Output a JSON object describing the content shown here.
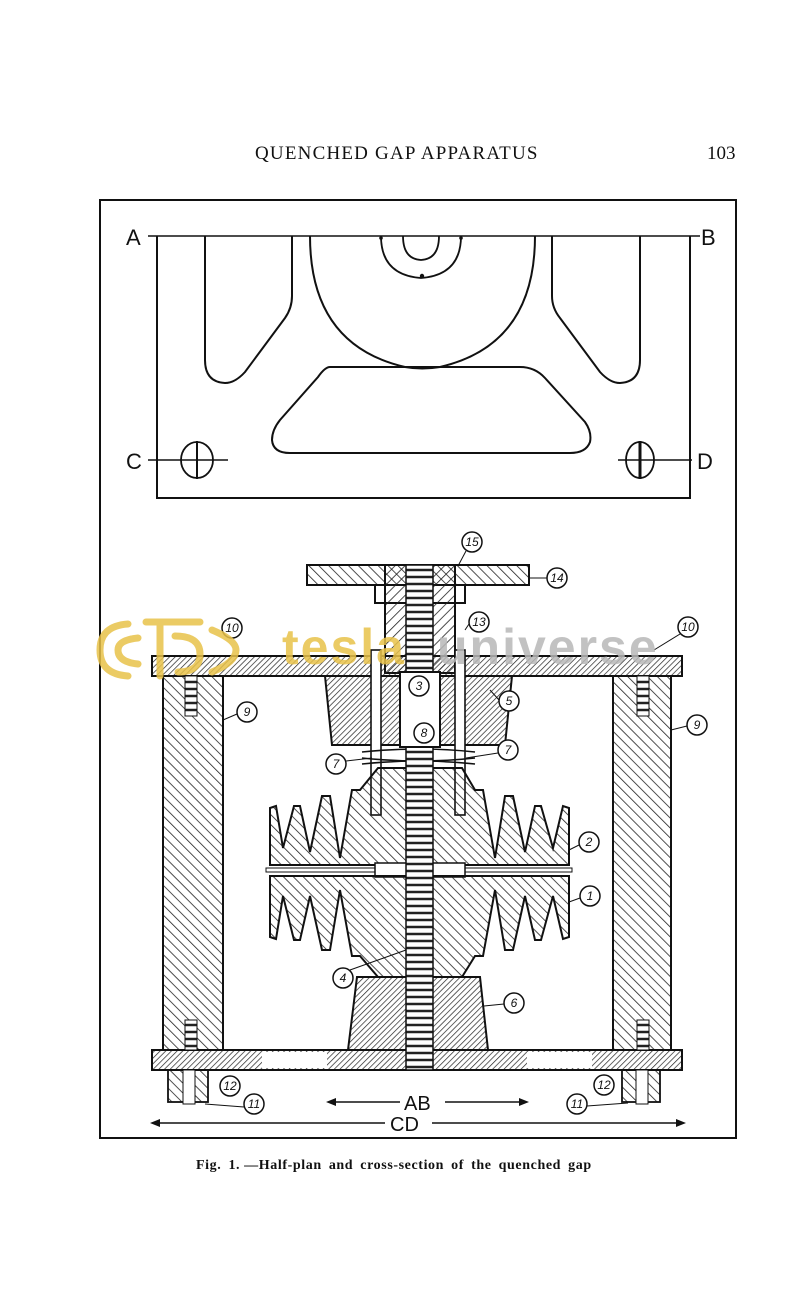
{
  "page": {
    "running_head": "QUENCHED GAP APPARATUS",
    "page_number": "103"
  },
  "figure": {
    "plan_view": {
      "section_labels": [
        "A",
        "B",
        "C",
        "D"
      ]
    },
    "cross_section": {
      "part_numbers": [
        "1",
        "2",
        "3",
        "4",
        "5",
        "6",
        "7",
        "7",
        "8",
        "9",
        "9",
        "10",
        "10",
        "11",
        "11",
        "12",
        "12",
        "13",
        "14",
        "15"
      ],
      "dimension_labels": {
        "inner": "AB",
        "outer": "CD"
      }
    },
    "caption": {
      "figure_number": "Fig. 1.",
      "text": "—Half-plan and cross-section of the quenched gap"
    }
  },
  "watermark": {
    "word1": "tesla",
    "word2": "universe",
    "colors": {
      "gold": "#e8c24a",
      "gray": "#b8b8b8"
    }
  }
}
